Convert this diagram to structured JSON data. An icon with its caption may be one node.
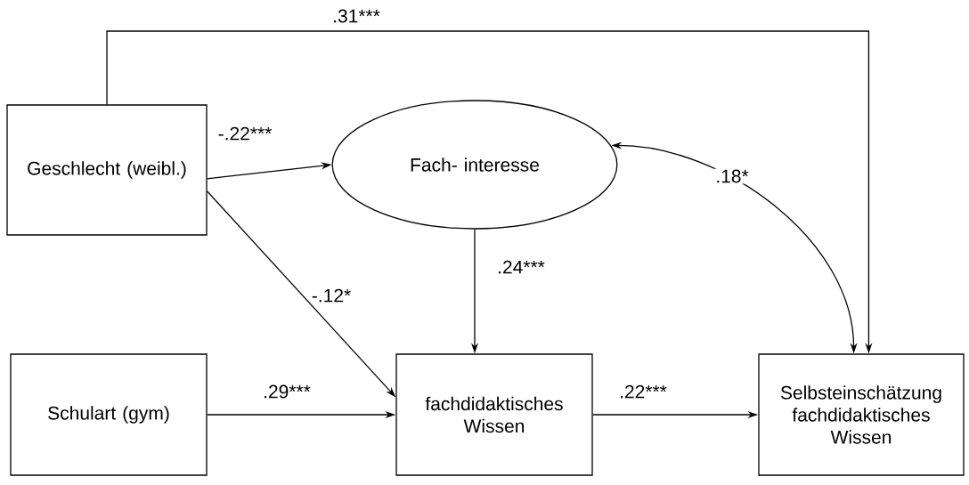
{
  "diagram": {
    "nodes": [
      {
        "text": [
          "Geschlecht (weibl.)"
        ]
      },
      {
        "text": [
          "Fach- interesse"
        ]
      },
      {
        "text": [
          "Schulart (gym)"
        ]
      },
      {
        "text": [
          "fachdidaktisches Wissen"
        ]
      },
      {
        "text": [
          "Selbsteinschätzung fachdidaktisches Wissen"
        ]
      }
    ],
    "edges": [
      {
        "from": 0,
        "to": 4,
        "arrow": "to",
        "label": ".31***"
      },
      {
        "from": 0,
        "to": 1,
        "arrow": "to",
        "label": "-.22***"
      },
      {
        "from": 1,
        "to": 4,
        "arrow": "both",
        "label": ".18*"
      },
      {
        "from": 0,
        "to": 3,
        "arrow": "to",
        "label": "-.12*"
      },
      {
        "from": 1,
        "to": 3,
        "arrow": "to",
        "label": ".24***"
      },
      {
        "from": 2,
        "to": 3,
        "arrow": "to",
        "label": ".29***"
      },
      {
        "from": 3,
        "to": 4,
        "arrow": "to",
        "label": ".22***"
      }
    ]
  }
}
